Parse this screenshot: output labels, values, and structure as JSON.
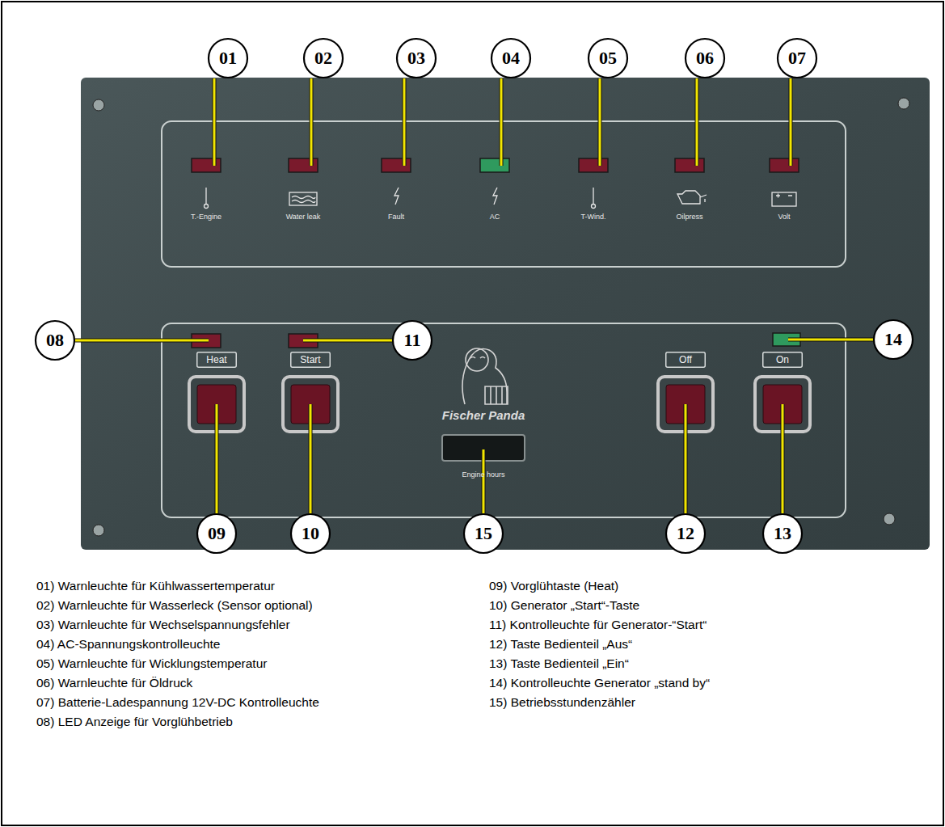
{
  "diagram": {
    "nodes": [
      {
        "text": [
          "01"
        ]
      },
      {
        "text": [
          "02"
        ]
      },
      {
        "text": [
          "03"
        ]
      },
      {
        "text": [
          "04"
        ]
      },
      {
        "text": [
          "05"
        ]
      },
      {
        "text": [
          "06"
        ]
      },
      {
        "text": [
          "07"
        ]
      },
      {
        "text": [
          "08"
        ]
      },
      {
        "text": [
          "11"
        ]
      },
      {
        "text": [
          "14"
        ]
      },
      {
        "text": [
          "Heat"
        ]
      },
      {
        "text": [
          "Start"
        ]
      },
      {
        "text": [
          "Off"
        ]
      },
      {
        "text": [
          "On"
        ]
      },
      {
        "text": [
          "09"
        ]
      },
      {
        "text": [
          "10"
        ]
      },
      {
        "text": [
          "15"
        ]
      },
      {
        "text": [
          "12"
        ]
      },
      {
        "text": [
          "13"
        ]
      }
    ],
    "labels": [
      "T.-Engine",
      "Water leak",
      "Fault",
      "AC",
      "T-Wind.",
      "Oilpress",
      "Volt",
      "Fischer Panda",
      "Engine hours",
      "01) Warnleuchte für Kühlwassertemperatur",
      "02) Warnleuchte für Wasserleck (Sensor optional)",
      "03) Warnleuchte für Wechselspannungsfehler",
      "04) AC-Spannungskontrolleuchte",
      "05) Warnleuchte für Wicklungstemperatur",
      "06) Warnleuchte für Öldruck",
      "07) Batterie-Ladespannung 12V-DC Kontrolleuchte",
      "08) LED Anzeige für Vorglühbetrieb",
      "09) Vorglühtaste (Heat)",
      "10) Generator „Start“-Taste",
      "11) Kontrolleuchte für Generator-“Start“",
      "12) Taste Bedienteil „Aus“",
      "13) Taste Bedienteil „Ein“",
      "14) Kontrolleuchte Generator „stand by“",
      "15) Betriebsstundenzähler"
    ]
  }
}
